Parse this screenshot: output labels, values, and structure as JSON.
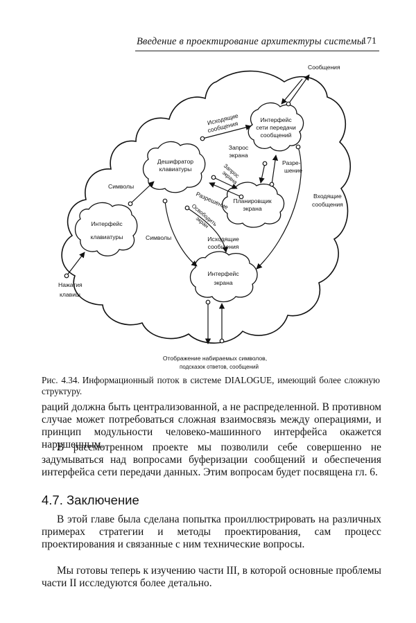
{
  "header": {
    "title": "Введение в проектирование архитектуры системы",
    "page_number": "171"
  },
  "figure": {
    "nodes": {
      "network_interface": [
        "Интерфейс",
        "сети передачи",
        "сообщений"
      ],
      "keyboard_decoder": [
        "Дешифратор",
        "клавиатуры"
      ],
      "screen_planner": [
        "Планировщик",
        "экрана"
      ],
      "keyboard_interface": [
        "Интерфейс",
        "клавиатуры"
      ],
      "screen_interface": [
        "Интерфейс",
        "экрана"
      ]
    },
    "labels": {
      "messages_top": "Сообщения",
      "outgoing_messages_top": [
        "Исходящие",
        "сообщения"
      ],
      "screen_request": [
        "Запрос",
        "экрана"
      ],
      "screen_request_slanted": [
        "Запрос",
        "экрана"
      ],
      "permission_right": [
        "Разре-",
        "шение"
      ],
      "incoming_messages": [
        "Входящие",
        "сообщения"
      ],
      "symbols_upper": "Символы",
      "permission_slanted": "Разрешение",
      "release_screen": [
        "Освободить",
        "экран"
      ],
      "symbols_lower": "Символы",
      "outgoing_messages_bottom": [
        "Исходящие",
        "сообщения"
      ],
      "key_presses": [
        "Нажатия",
        "клавиш"
      ],
      "display_output": [
        "Отображение набираемых символов,",
        "подсказок ответов, сообщений"
      ]
    }
  },
  "caption": {
    "label": "Рис. 4.34.",
    "text": "Информационный поток в системе DIALOGUE, имеющий более сложную структуру."
  },
  "paragraphs": {
    "p1": "раций должна быть централизованной, а не распределенной. В противном случае может потребоваться сложная взаимосвязь между операциями, и принцип модульности человеко-машинного интерфейса окажется нарушенным.",
    "p2": "В рассмотренном проекте мы позволили себе совершенно не задумываться над вопросами буферизации сообщений и обеспечения интерфейса сети передачи данных. Этим вопросам будет посвящена гл. 6.",
    "p3": "В этой главе была сделана попытка проиллюстрировать на различных примерах стратегии и методы проектирования, сам процесс проектирования и связанные с ним технические вопросы.",
    "p4": "Мы готовы теперь к изучению части III, в которой основные проблемы части II исследуются более детально."
  },
  "section": {
    "title": "4.7. Заключение"
  }
}
